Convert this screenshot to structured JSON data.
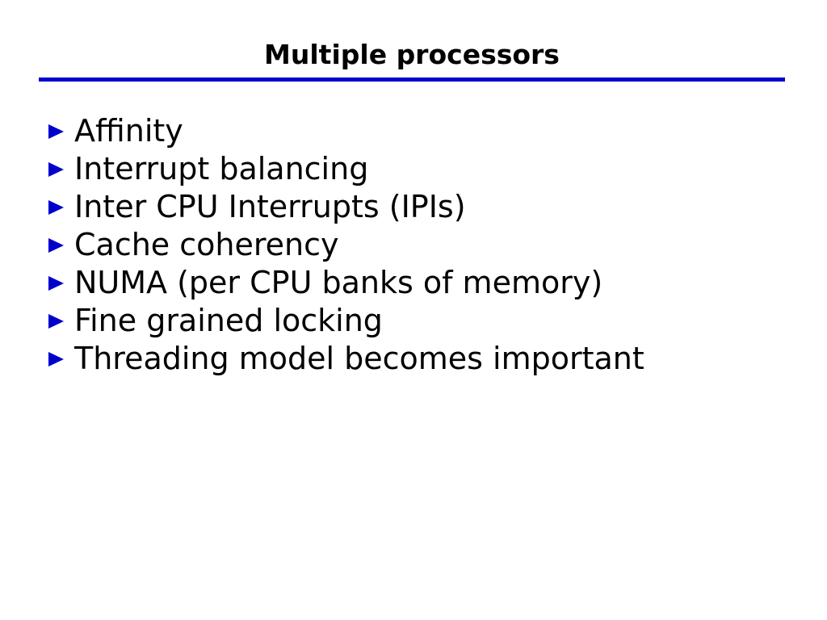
{
  "slide": {
    "title": "Multiple processors",
    "background_color": "#ffffff",
    "title_color": "#000000",
    "rule_color": "#0000cc",
    "bullet_color": "#0000cc",
    "body_text_color": "#000000",
    "bullet_glyph_name": "triangle-right-bullet-icon",
    "bullets": [
      {
        "text": "Affinity"
      },
      {
        "text": "Interrupt balancing"
      },
      {
        "text": "Inter CPU Interrupts (IPIs)"
      },
      {
        "text": "Cache coherency"
      },
      {
        "text": "NUMA (per CPU banks of memory)"
      },
      {
        "text": "Fine grained locking"
      },
      {
        "text": "Threading model becomes important"
      }
    ]
  }
}
